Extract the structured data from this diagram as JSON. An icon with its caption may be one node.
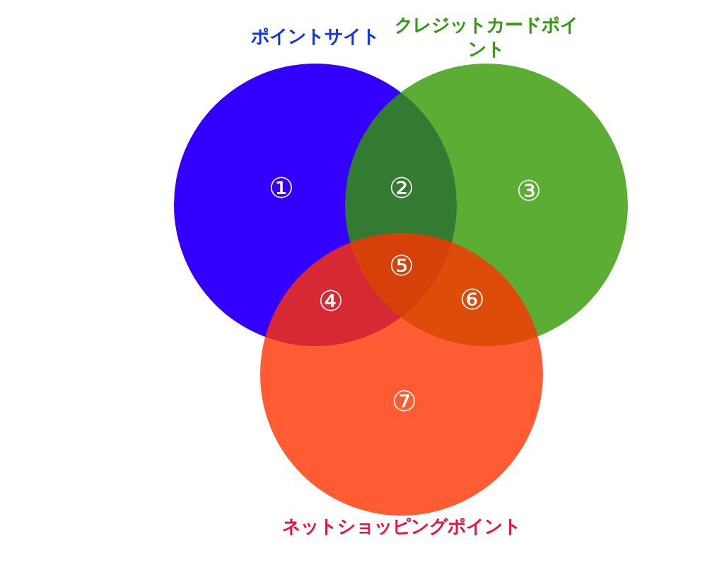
{
  "diagram": {
    "nodes": [
      {
        "text": [
          "ポイントサイト"
        ]
      },
      {
        "text": [
          "クレジットカードポイント"
        ]
      },
      {
        "text": [
          "ネットショッピングポイント"
        ]
      }
    ],
    "labels": [
      "①",
      "②",
      "③",
      "④",
      "⑤",
      "⑥",
      "⑦"
    ]
  }
}
